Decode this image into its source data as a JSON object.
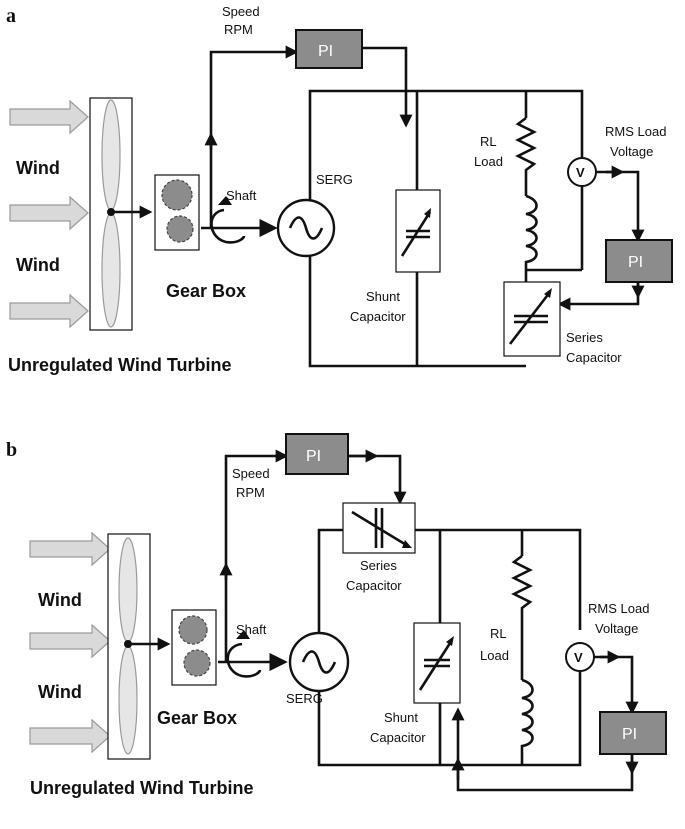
{
  "panels": [
    {
      "letter": "a",
      "wind_labels": [
        "Wind",
        "Wind"
      ],
      "turbine_label": "Unregulated Wind Turbine",
      "gearbox_label": "Gear Box",
      "shaft_label": "Shaft",
      "generator_label": "SERG",
      "speed_label": [
        "Speed",
        "RPM"
      ],
      "pi_label": "PI",
      "pi2_label": "PI",
      "rl_label": [
        "RL",
        "Load"
      ],
      "rms_label": [
        "RMS Load",
        "Voltage"
      ],
      "voltmeter_label": "V",
      "shunt_label": [
        "Shunt",
        "Capacitor"
      ],
      "series_label": [
        "Series",
        "Capacitor"
      ]
    },
    {
      "letter": "b",
      "wind_labels": [
        "Wind",
        "Wind"
      ],
      "turbine_label": "Unregulated Wind Turbine",
      "gearbox_label": "Gear Box",
      "shaft_label": "Shaft",
      "generator_label": "SERG",
      "speed_label": [
        "Speed",
        "RPM"
      ],
      "pi_label": "PI",
      "pi2_label": "PI",
      "rl_label": [
        "RL",
        "Load"
      ],
      "rms_label": [
        "RMS Load",
        "Voltage"
      ],
      "voltmeter_label": "V",
      "shunt_label": [
        "Shunt",
        "Capacitor"
      ],
      "series_label": [
        "Series",
        "Capacitor"
      ]
    }
  ]
}
